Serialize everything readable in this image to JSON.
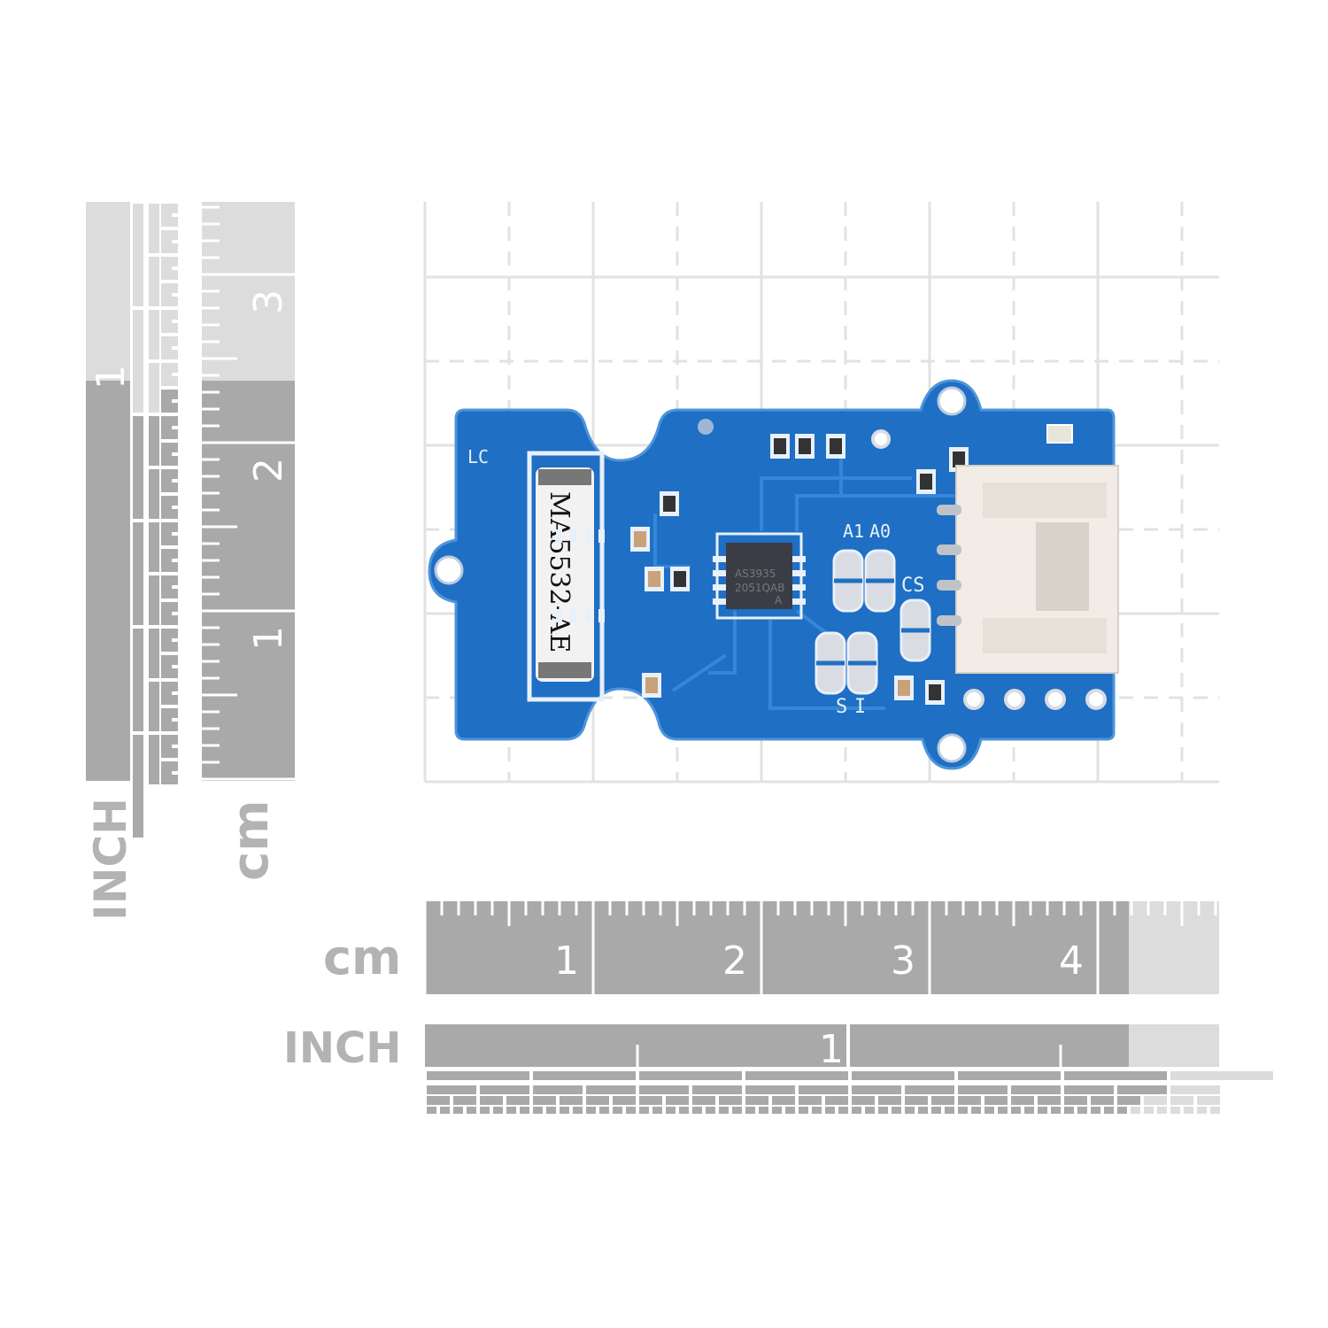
{
  "rulers": {
    "vertical_inch": {
      "unit_label": "INCH",
      "labels": [
        "1"
      ]
    },
    "vertical_cm": {
      "unit_label": "cm",
      "labels": [
        "1",
        "2",
        "3"
      ]
    },
    "horizontal_cm": {
      "unit_label": "cm",
      "labels": [
        "1",
        "2",
        "3",
        "4"
      ]
    },
    "horizontal_inch": {
      "unit_label": "INCH",
      "labels": [
        "1"
      ]
    }
  },
  "board": {
    "antenna_label": "MA5532-AE",
    "chip_line1": "AS3935",
    "chip_line2": "2051QAB",
    "chip_line3": "A",
    "silk_lc": "LC",
    "silk_a1": "A1",
    "silk_a0": "A0",
    "silk_cs": "CS",
    "silk_s": "S",
    "silk_i": "I"
  },
  "colors": {
    "pcb": "#1f6fc4",
    "ruler_dark": "#a9a9a9",
    "ruler_light": "#dcdcdc",
    "grid": "#e2e2e2"
  }
}
